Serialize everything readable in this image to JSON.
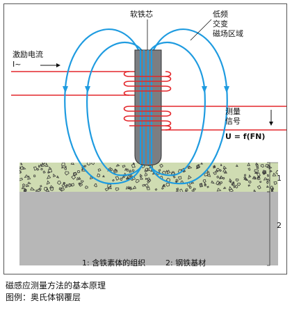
{
  "labels": {
    "core": "软铁芯",
    "lf_line1": "低频",
    "lf_line2": "交变",
    "lf_line3": "磁场区域",
    "excite_line1": "激励电流",
    "excite_line2": "I~",
    "measure_line1": "测量",
    "measure_line2": "信号",
    "formula": "U = f(FN)",
    "layer1_number": "1",
    "layer2_number": "2"
  },
  "legend": {
    "item1": "1: 含铁素体的组织",
    "item2": "2: 钢铁基材"
  },
  "caption": {
    "line1": "磁感应测量方法的基本原理",
    "line2": "图例：奥氏体钢覆层"
  },
  "colors": {
    "field_lines": "#1e9be0",
    "wires": "#e3262b",
    "core": "#7b7e82",
    "coating": "#cfdcb2",
    "substrate": "#b7b7b7"
  }
}
